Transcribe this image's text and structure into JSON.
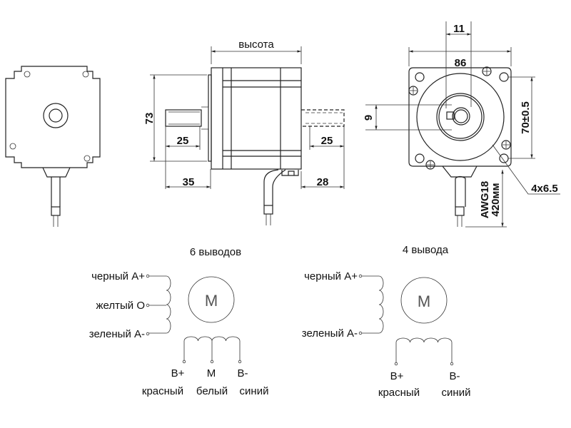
{
  "dimensions": {
    "height_label": "высота",
    "flange": "73",
    "front_shaft_len": "25",
    "front_shaft_total": "35",
    "rear_shaft_len": "25",
    "rear_shaft_total": "28",
    "key_width": "11",
    "body_width": "86",
    "shaft_flat": "9",
    "hole_spacing": "70±0.5",
    "mount_holes": "4x6.5",
    "wire_gauge": "AWG18",
    "wire_length": "420мм"
  },
  "wiring_6": {
    "title": "6 выводов",
    "motor_symbol": "M",
    "leads_a": [
      "черный A+",
      "желтый O",
      "зеленый A-"
    ],
    "leads_b_terminals": [
      "B+",
      "M",
      "B-"
    ],
    "leads_b_colors": [
      "красный",
      "белый",
      "синий"
    ]
  },
  "wiring_4": {
    "title": "4 вывода",
    "motor_symbol": "M",
    "leads_a": [
      "черный A+",
      "зеленый A-"
    ],
    "leads_b_terminals": [
      "B+",
      "B-"
    ],
    "leads_b_colors": [
      "красный",
      "синий"
    ]
  }
}
